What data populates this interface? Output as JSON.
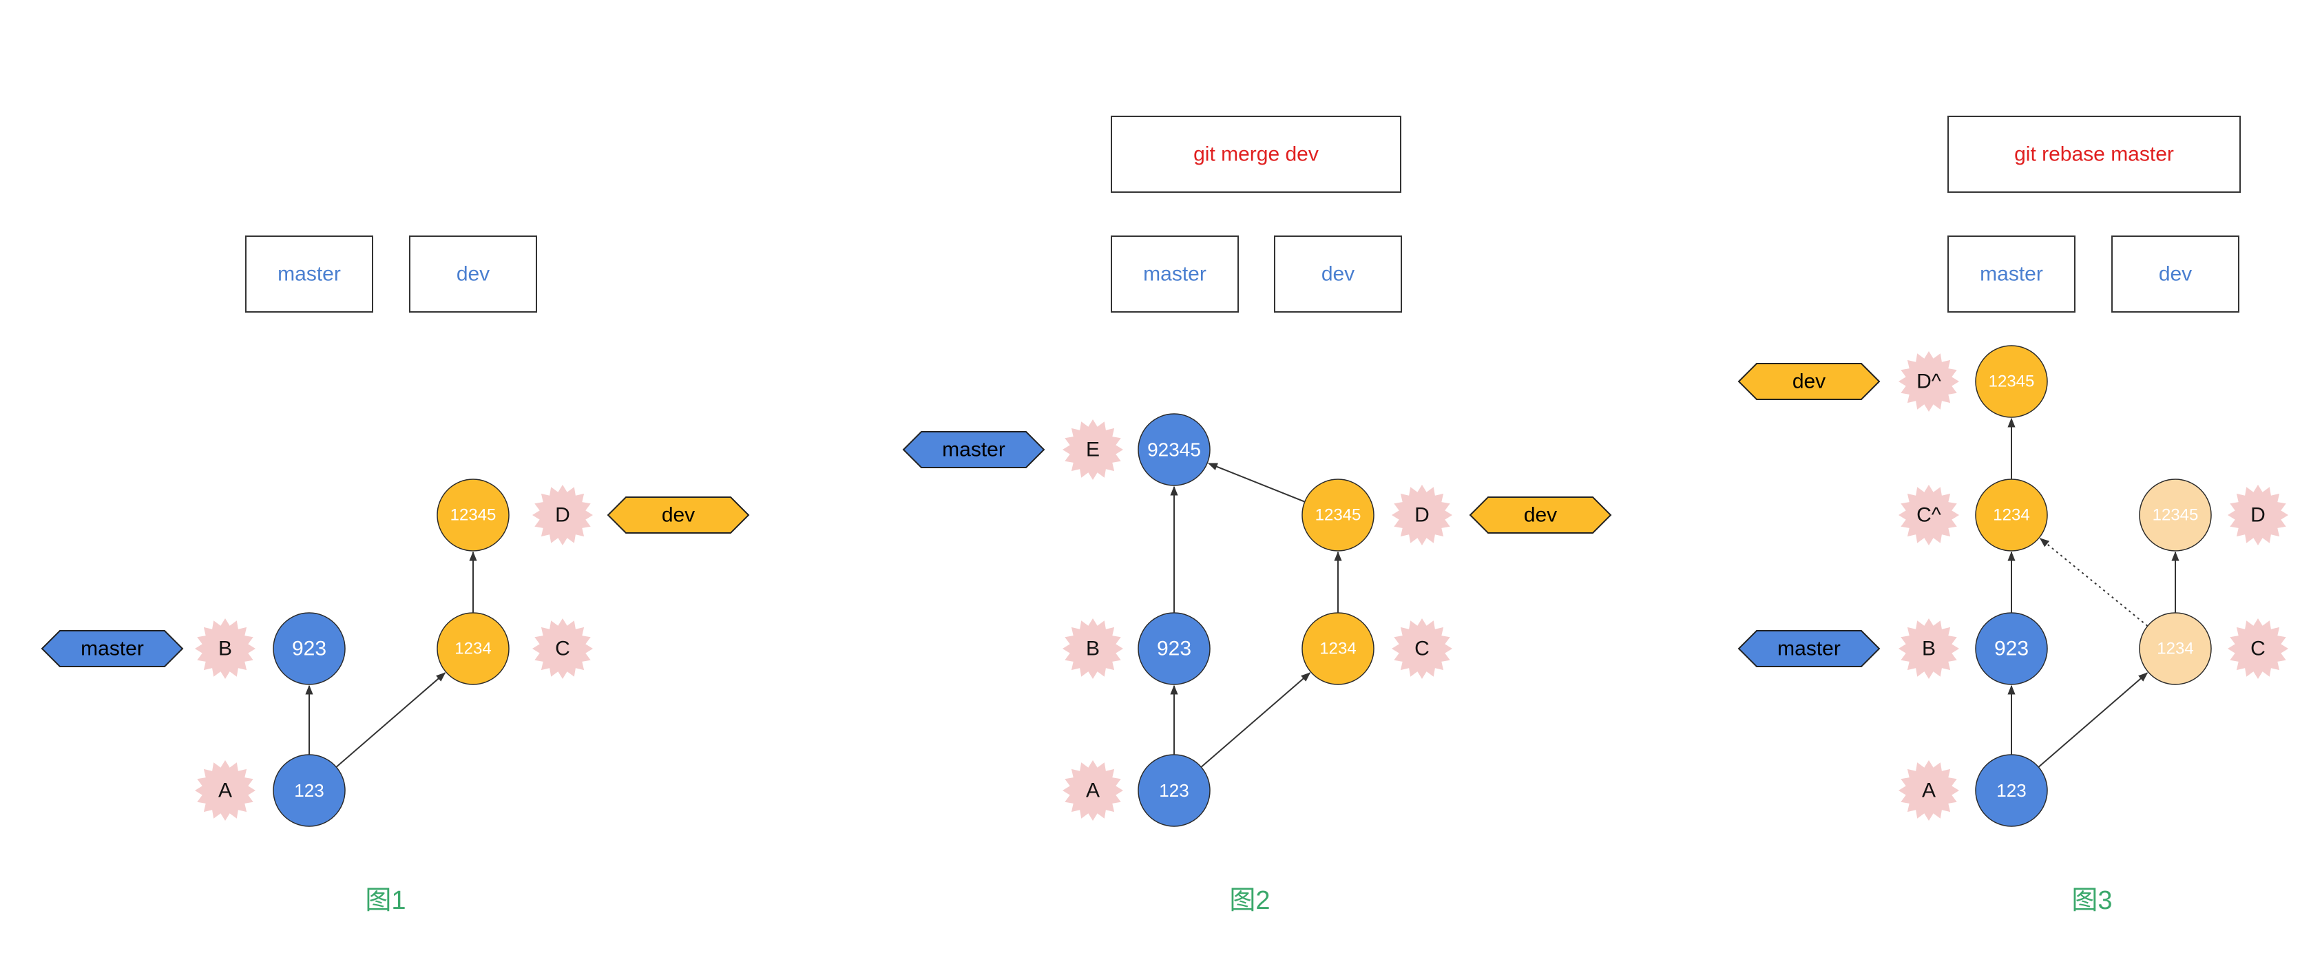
{
  "colors": {
    "blue": "#4f86dc",
    "yellow": "#fcbb2a",
    "faded_yellow": "#fbd9a6",
    "star": "#f4cccc",
    "cmd_red": "#e02020",
    "box_blue": "#4a7fd0",
    "caption_green": "#3aa86b",
    "line": "#333333"
  },
  "figures": [
    {
      "caption": "图1",
      "command": null,
      "boxes": [
        "master",
        "dev"
      ],
      "branches": [
        {
          "label": "master",
          "color": "blue"
        },
        {
          "label": "dev",
          "color": "yellow"
        }
      ],
      "commits": [
        {
          "id": "A",
          "hash": "123",
          "color": "blue"
        },
        {
          "id": "B",
          "hash": "923",
          "color": "blue"
        },
        {
          "id": "C",
          "hash": "1234",
          "color": "yellow"
        },
        {
          "id": "D",
          "hash": "12345",
          "color": "yellow"
        }
      ],
      "edges": [
        [
          "A",
          "B"
        ],
        [
          "A",
          "C"
        ],
        [
          "C",
          "D"
        ]
      ]
    },
    {
      "caption": "图2",
      "command": "git merge dev",
      "boxes": [
        "master",
        "dev"
      ],
      "branches": [
        {
          "label": "master",
          "color": "blue"
        },
        {
          "label": "dev",
          "color": "yellow"
        }
      ],
      "commits": [
        {
          "id": "A",
          "hash": "123",
          "color": "blue"
        },
        {
          "id": "B",
          "hash": "923",
          "color": "blue"
        },
        {
          "id": "C",
          "hash": "1234",
          "color": "yellow"
        },
        {
          "id": "D",
          "hash": "12345",
          "color": "yellow"
        },
        {
          "id": "E",
          "hash": "92345",
          "color": "blue"
        }
      ],
      "edges": [
        [
          "A",
          "B"
        ],
        [
          "A",
          "C"
        ],
        [
          "C",
          "D"
        ],
        [
          "B",
          "E"
        ],
        [
          "D",
          "E"
        ]
      ]
    },
    {
      "caption": "图3",
      "command": "git rebase master",
      "boxes": [
        "master",
        "dev"
      ],
      "branches": [
        {
          "label": "master",
          "color": "blue"
        },
        {
          "label": "dev",
          "color": "yellow"
        }
      ],
      "commits": [
        {
          "id": "A",
          "hash": "123",
          "color": "blue"
        },
        {
          "id": "B",
          "hash": "923",
          "color": "blue"
        },
        {
          "id": "C^",
          "hash": "1234",
          "color": "yellow"
        },
        {
          "id": "D^",
          "hash": "12345",
          "color": "yellow"
        },
        {
          "id": "C",
          "hash": "1234",
          "color": "faded_yellow"
        },
        {
          "id": "D",
          "hash": "12345",
          "color": "faded_yellow"
        }
      ],
      "edges": [
        [
          "A",
          "B"
        ],
        [
          "B",
          "C^"
        ],
        [
          "C^",
          "D^"
        ],
        [
          "A",
          "C"
        ],
        [
          "C",
          "D"
        ]
      ],
      "dotted_edges": [
        [
          "C",
          "C^"
        ]
      ]
    }
  ]
}
